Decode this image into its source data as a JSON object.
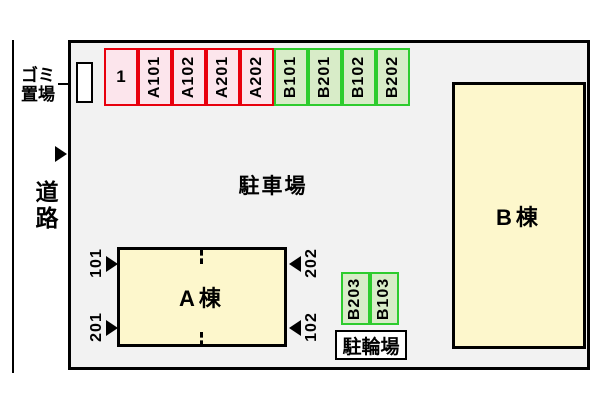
{
  "labels": {
    "garbage_line1": "ゴミ",
    "garbage_line2": "置場",
    "road": "道路",
    "parking_lot": "駐車場",
    "bicycle": "駐輪場"
  },
  "buildings": {
    "a": {
      "label": "A棟",
      "units": [
        {
          "text": "101",
          "position": "upper-left",
          "arrow": "arrow-right-icon"
        },
        {
          "text": "201",
          "position": "lower-left",
          "arrow": "arrow-right-icon"
        },
        {
          "text": "202",
          "position": "upper-right",
          "arrow": "arrow-left-icon"
        },
        {
          "text": "102",
          "position": "lower-right",
          "arrow": "arrow-left-icon"
        }
      ]
    },
    "b": {
      "label": "B棟"
    }
  },
  "parking": {
    "top_row": [
      {
        "label": "1",
        "color": "pink",
        "rotated": false
      },
      {
        "label": "A101",
        "color": "pink",
        "rotated": true
      },
      {
        "label": "A102",
        "color": "pink",
        "rotated": true
      },
      {
        "label": "A201",
        "color": "pink",
        "rotated": true
      },
      {
        "label": "A202",
        "color": "pink",
        "rotated": true
      },
      {
        "label": "B101",
        "color": "green",
        "rotated": true
      },
      {
        "label": "B201",
        "color": "green",
        "rotated": true
      },
      {
        "label": "B102",
        "color": "green",
        "rotated": true
      },
      {
        "label": "B202",
        "color": "green",
        "rotated": true
      }
    ],
    "lower_row": [
      {
        "label": "B203",
        "color": "green",
        "rotated": true
      },
      {
        "label": "B103",
        "color": "green",
        "rotated": true
      }
    ]
  },
  "icons": {
    "road_arrow": "arrow-right-icon"
  },
  "colors": {
    "map_background": "#f2f2f2",
    "building_fill": "#fdf7cc",
    "pink_fill": "#fce5ec",
    "red_border": "#e8000d",
    "green_fill": "#d8ecc8",
    "green_border": "#2ecc2e",
    "outline": "#000000"
  }
}
